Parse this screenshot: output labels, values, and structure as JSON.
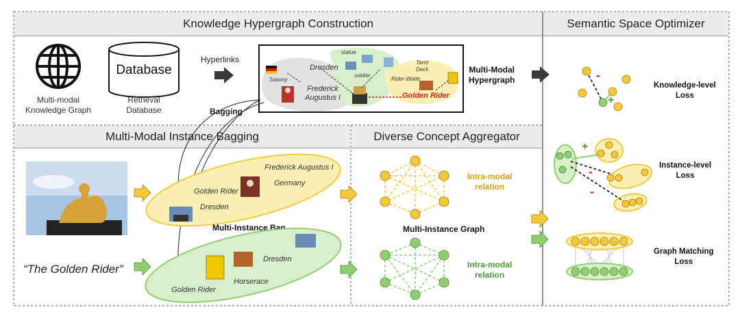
{
  "headers": {
    "construction": "Knowledge Hypergraph Construction",
    "optimizer": "Semantic Space Optimizer",
    "bagging": "Multi-Modal Instance Bagging",
    "aggregator": "Diverse Concept Aggregator"
  },
  "construction": {
    "kg_label": "Multi-modal\nKnowledge Graph",
    "db_text": "Database",
    "db_label": "Retrieval\nDatabase",
    "hyperlinks": "Hyperlinks",
    "bagging": "Bagging",
    "hypergraph_label": "Multi-Modal\nHypergraph",
    "nodes": {
      "saxony": "Saxony",
      "dresden": "Dresden",
      "frederick": "Frederick\nAugustus I",
      "statue": "statue",
      "soldier": "soldier",
      "tarot": "Tarot\nDeck",
      "rider_waite": "Rider-Waite",
      "golden_rider": "Golden Rider"
    }
  },
  "bagging": {
    "top_texts": {
      "frederick": "Frederick Augustus I",
      "germany": "Germany",
      "golden_rider": "Golden Rider",
      "dresden": "Dresden"
    },
    "bag_label": "Multi-Instance Bag",
    "quote": "“The Golden Rider”",
    "bottom_texts": {
      "dresden": "Dresden",
      "horserace": "Horserace",
      "golden_rider": "Golden Rider"
    }
  },
  "aggregator": {
    "intra_top": "Intra-modal\nrelation",
    "graph_label": "Multi-Instance Graph",
    "intra_bottom": "Intra-modal\nrelation"
  },
  "optimizer": {
    "knowledge_loss": "Knowledge-level\nLoss",
    "instance_loss": "Instance-level\nLoss",
    "graph_loss": "Graph Matching\nLoss",
    "minus": "-",
    "plus": "+"
  },
  "colors": {
    "gold": "#f5c93a",
    "gold_fill": "#fbefb4",
    "green": "#8fcf72",
    "green_fill": "#d9efcc",
    "dark": "#333333"
  }
}
